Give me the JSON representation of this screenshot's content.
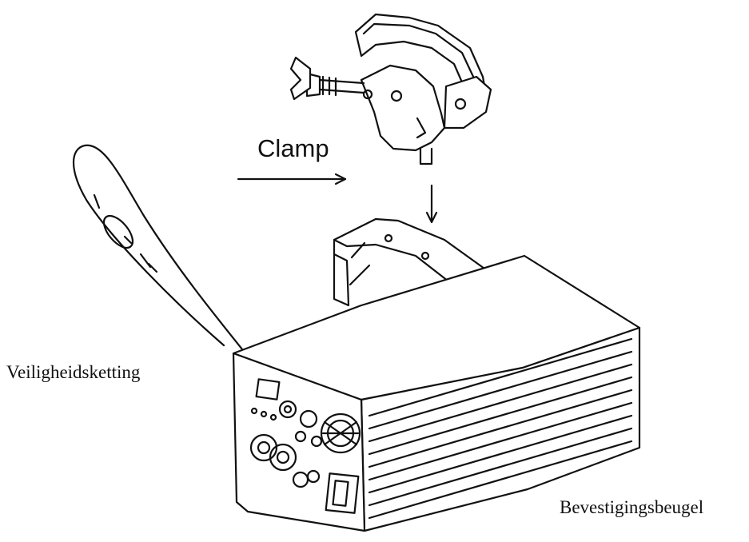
{
  "labels": {
    "clamp": "Clamp",
    "safety_chain": "Veiligheidsketting",
    "mounting_bracket": "Bevestigingsbeugel"
  },
  "colors": {
    "line": "#111111",
    "background": "#ffffff"
  }
}
